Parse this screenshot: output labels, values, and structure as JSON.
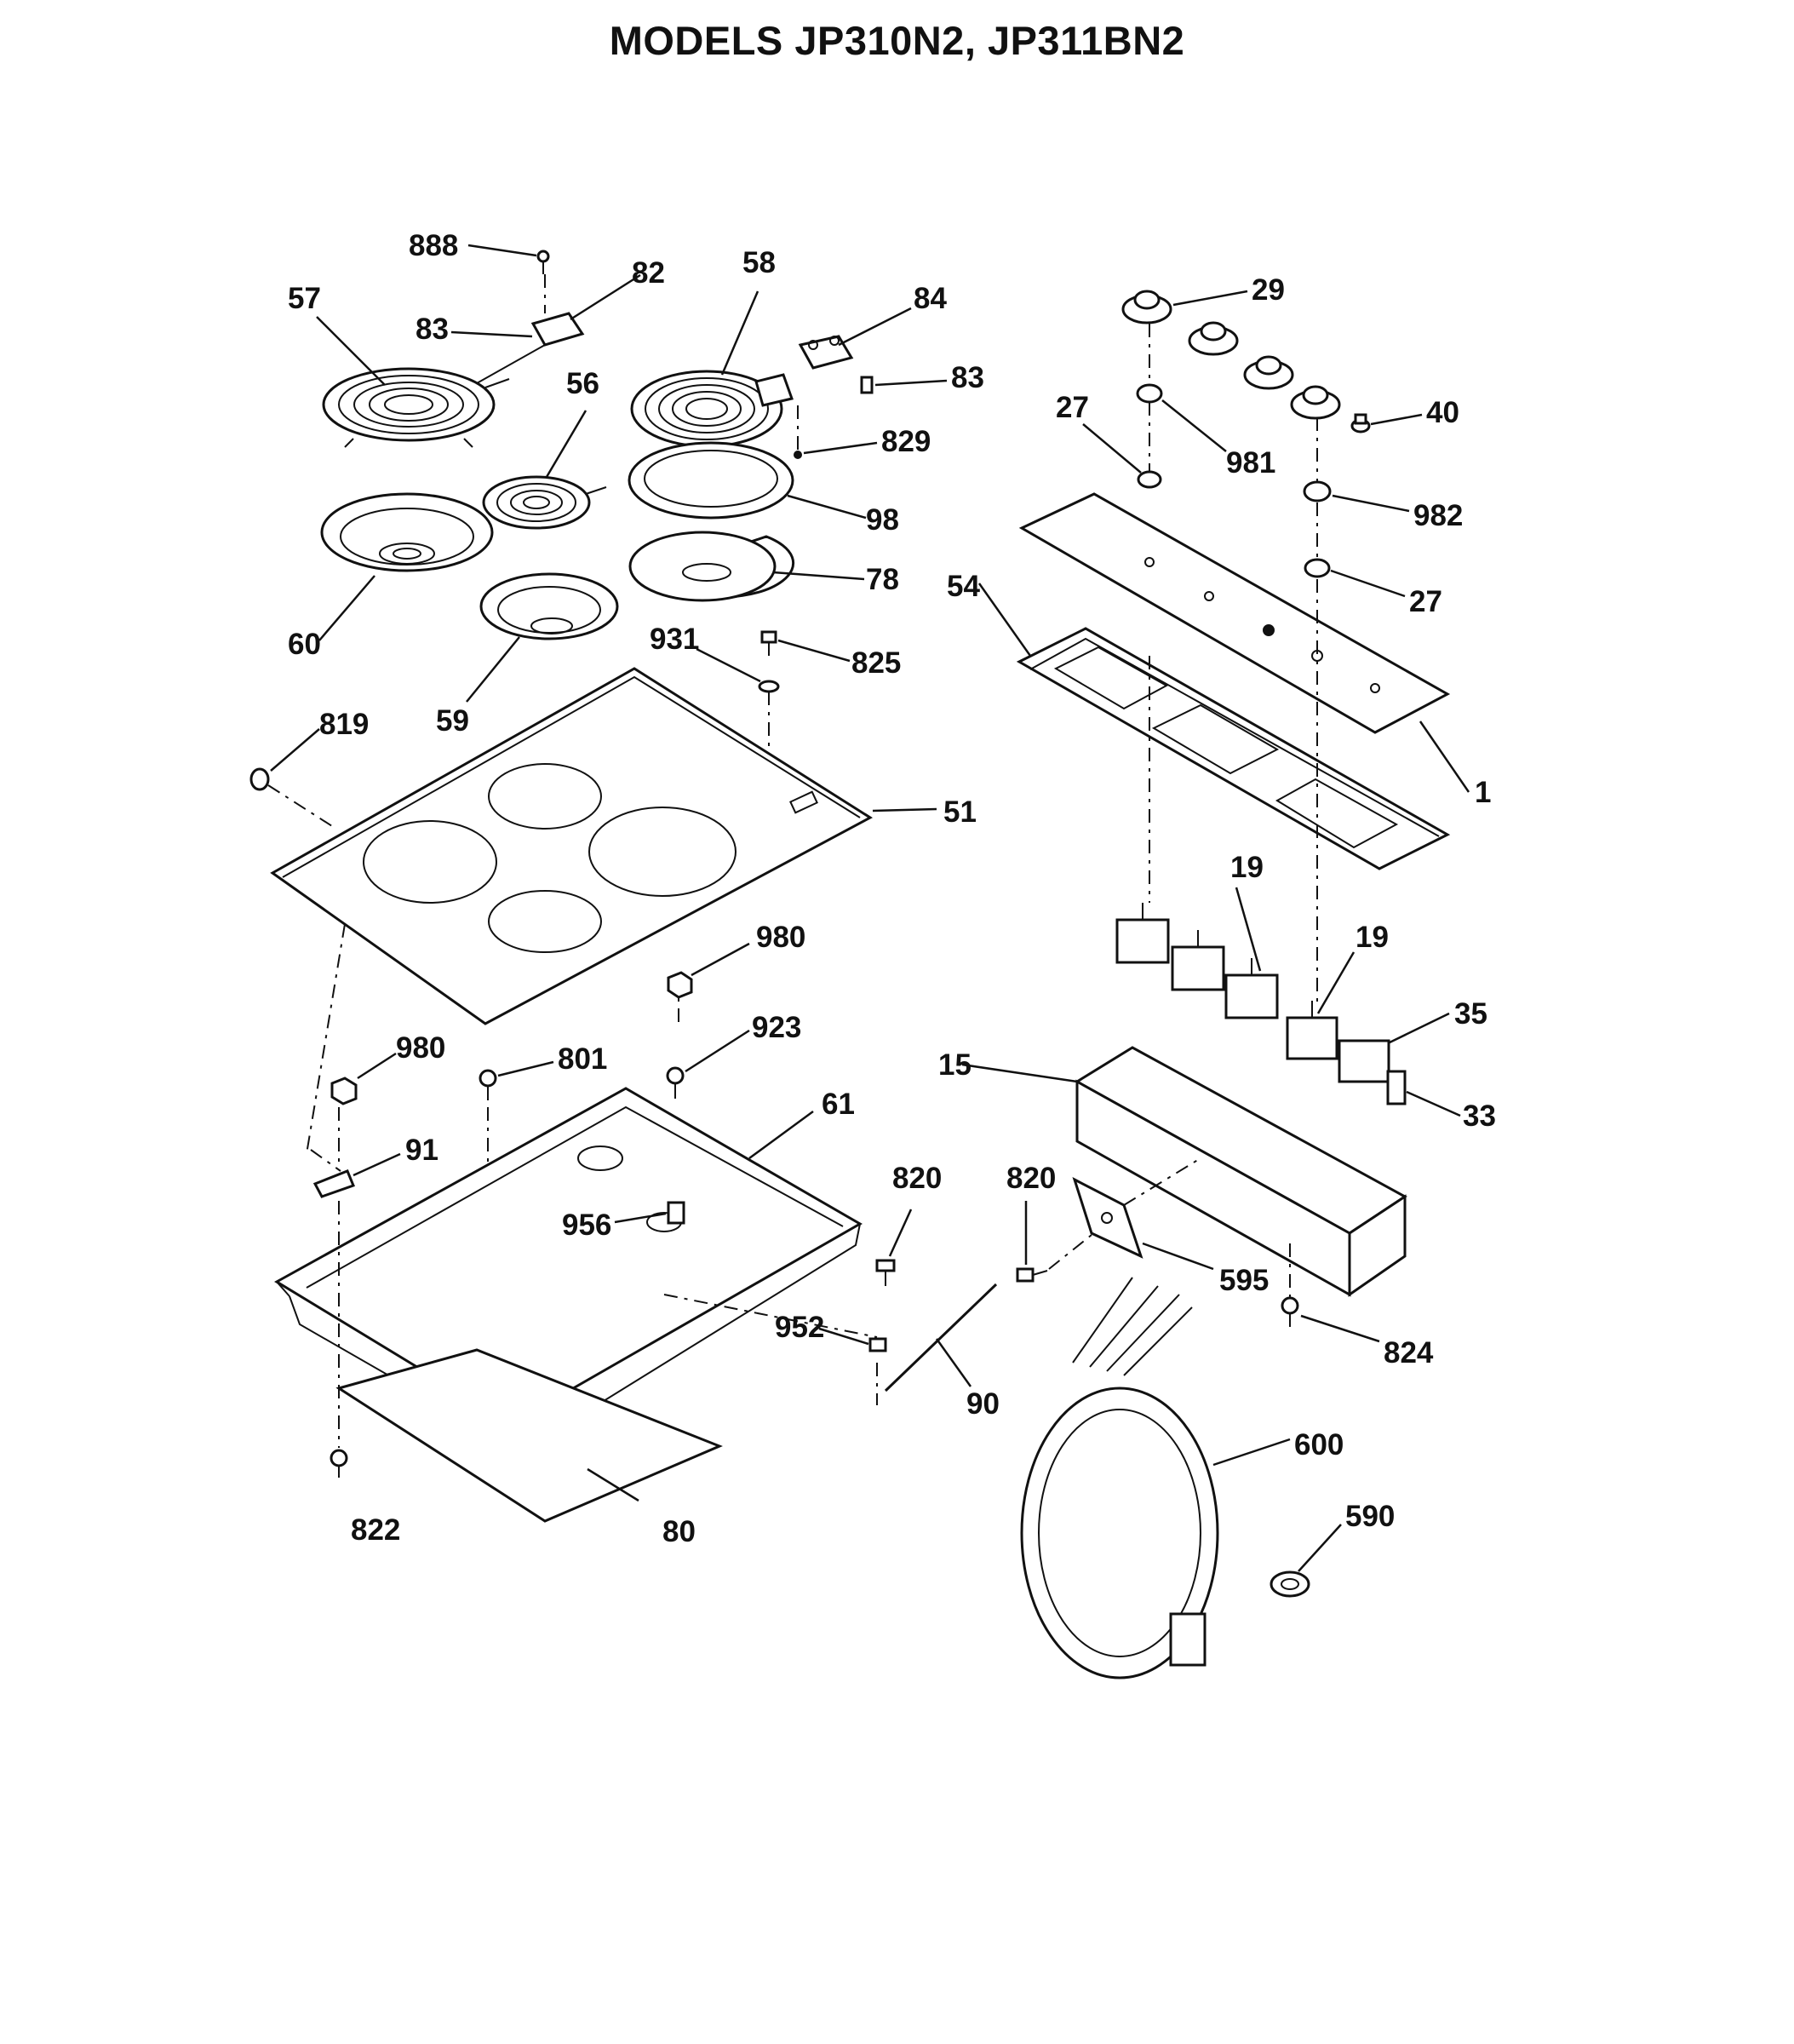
{
  "title": "MODELS JP310N2, JP311BN2",
  "callouts": [
    {
      "id": "c888",
      "label": "888"
    },
    {
      "id": "c82",
      "label": "82"
    },
    {
      "id": "c58",
      "label": "58"
    },
    {
      "id": "c57",
      "label": "57"
    },
    {
      "id": "c83a",
      "label": "83"
    },
    {
      "id": "c84",
      "label": "84"
    },
    {
      "id": "c83b",
      "label": "83"
    },
    {
      "id": "c56",
      "label": "56"
    },
    {
      "id": "c829",
      "label": "829"
    },
    {
      "id": "c98",
      "label": "98"
    },
    {
      "id": "c78",
      "label": "78"
    },
    {
      "id": "c60",
      "label": "60"
    },
    {
      "id": "c59",
      "label": "59"
    },
    {
      "id": "c931",
      "label": "931"
    },
    {
      "id": "c825",
      "label": "825"
    },
    {
      "id": "c819",
      "label": "819"
    },
    {
      "id": "c51",
      "label": "51"
    },
    {
      "id": "c980a",
      "label": "980"
    },
    {
      "id": "c980b",
      "label": "980"
    },
    {
      "id": "c801",
      "label": "801"
    },
    {
      "id": "c923",
      "label": "923"
    },
    {
      "id": "c61",
      "label": "61"
    },
    {
      "id": "c91",
      "label": "91"
    },
    {
      "id": "c956",
      "label": "956"
    },
    {
      "id": "c820a",
      "label": "820"
    },
    {
      "id": "c952",
      "label": "952"
    },
    {
      "id": "c90",
      "label": "90"
    },
    {
      "id": "c822",
      "label": "822"
    },
    {
      "id": "c80",
      "label": "80"
    },
    {
      "id": "c29",
      "label": "29"
    },
    {
      "id": "c27a",
      "label": "27"
    },
    {
      "id": "c981",
      "label": "981"
    },
    {
      "id": "c40",
      "label": "40"
    },
    {
      "id": "c982",
      "label": "982"
    },
    {
      "id": "c27b",
      "label": "27"
    },
    {
      "id": "c54",
      "label": "54"
    },
    {
      "id": "c1",
      "label": "1"
    },
    {
      "id": "c19a",
      "label": "19"
    },
    {
      "id": "c19b",
      "label": "19"
    },
    {
      "id": "c35",
      "label": "35"
    },
    {
      "id": "c15",
      "label": "15"
    },
    {
      "id": "c33",
      "label": "33"
    },
    {
      "id": "c820b",
      "label": "820"
    },
    {
      "id": "c595",
      "label": "595"
    },
    {
      "id": "c824",
      "label": "824"
    },
    {
      "id": "c600",
      "label": "600"
    },
    {
      "id": "c590",
      "label": "590"
    }
  ]
}
